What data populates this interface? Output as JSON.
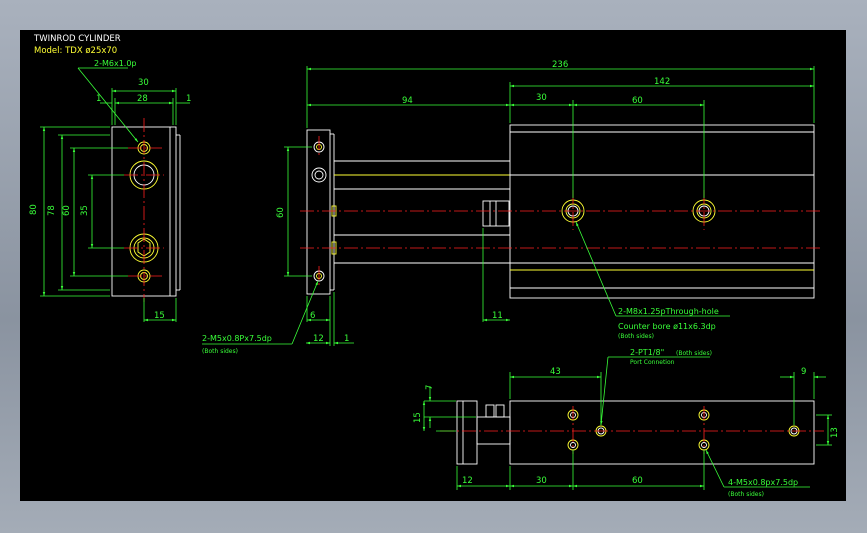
{
  "title": {
    "line1": "TWINROD CYLINDER",
    "line2": "Model: TDX  ø25x70"
  },
  "colors": {
    "background": "#000000",
    "outline": "#ffffff",
    "dimension": "#39ff39",
    "centerline": "#ff2020",
    "hidden": "#ffff33"
  },
  "left_view": {
    "callout": "2-M6x1.0p",
    "dims": {
      "w30": "30",
      "w28": "28",
      "w1a": "1",
      "w1b": "1",
      "h80": "80",
      "h78": "78",
      "h60": "60",
      "h35": "35",
      "w15": "15"
    }
  },
  "front_view": {
    "dims": {
      "l236": "236",
      "l142": "142",
      "l94": "94",
      "l30": "30",
      "l60": "60",
      "h60": "60",
      "w6": "6",
      "w11": "11",
      "w12": "12",
      "w1": "1"
    },
    "callout_m5": "2-M5x0.8Px7.5dp",
    "callout_m5_sub": "(Both sides)",
    "callout_m8": "2-M8x1.25pThrough-hole",
    "callout_m8_line2": "Counter bore ø11x6.3dp",
    "callout_m8_sub": "(Both sides)"
  },
  "bottom_view": {
    "dims": {
      "l43": "43",
      "l9": "9",
      "h7": "7",
      "h15": "15",
      "h13": "13",
      "l12": "12",
      "l30": "30",
      "l60": "60"
    },
    "callout_pt": "2-PT1/8\"",
    "callout_pt_side": "(Both sides)",
    "callout_pt_line2": "Port Connetion",
    "callout_m5": "4-M5x0.8px7.5dp",
    "callout_m5_sub": "(Both sides)"
  }
}
